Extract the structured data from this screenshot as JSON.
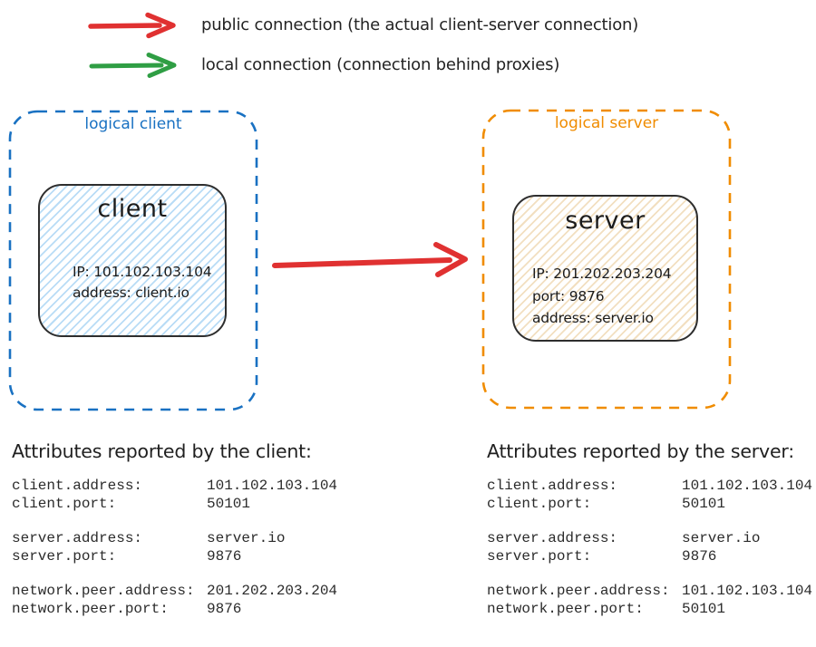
{
  "colors": {
    "blue": "#1971c2",
    "orange": "#f08c00",
    "red": "#e03131",
    "green": "#2f9e44",
    "ink": "#1e1e1e",
    "client_fill": "#b9dcf6",
    "server_fill": "#f2dfc0"
  },
  "legend": {
    "public": {
      "label": "public connection (the actual client-server connection)",
      "arrow_color": "#e03131"
    },
    "local": {
      "label": "local connection (connection behind proxies)",
      "arrow_color": "#2f9e44"
    }
  },
  "logical_client": {
    "label": "logical client",
    "node": {
      "title": "client",
      "lines": [
        "IP: 101.102.103.104",
        "address: client.io"
      ]
    }
  },
  "logical_server": {
    "label": "logical server",
    "node": {
      "title": "server",
      "lines": [
        "IP: 201.202.203.204",
        "port: 9876",
        "address: server.io"
      ]
    }
  },
  "attributes_client": {
    "title": "Attributes reported by the client:",
    "groups": [
      [
        {
          "key": "client.address:",
          "value": "101.102.103.104"
        },
        {
          "key": "client.port:",
          "value": "50101"
        }
      ],
      [
        {
          "key": "server.address:",
          "value": "server.io"
        },
        {
          "key": "server.port:",
          "value": "9876"
        }
      ],
      [
        {
          "key": "network.peer.address:",
          "value": "201.202.203.204"
        },
        {
          "key": "network.peer.port:",
          "value": "9876"
        }
      ]
    ]
  },
  "attributes_server": {
    "title": "Attributes reported by the server:",
    "groups": [
      [
        {
          "key": "client.address:",
          "value": "101.102.103.104"
        },
        {
          "key": "client.port:",
          "value": "50101"
        }
      ],
      [
        {
          "key": "server.address:",
          "value": "server.io"
        },
        {
          "key": "server.port:",
          "value": "9876"
        }
      ],
      [
        {
          "key": "network.peer.address:",
          "value": "101.102.103.104"
        },
        {
          "key": "network.peer.port:",
          "value": "50101"
        }
      ]
    ]
  }
}
